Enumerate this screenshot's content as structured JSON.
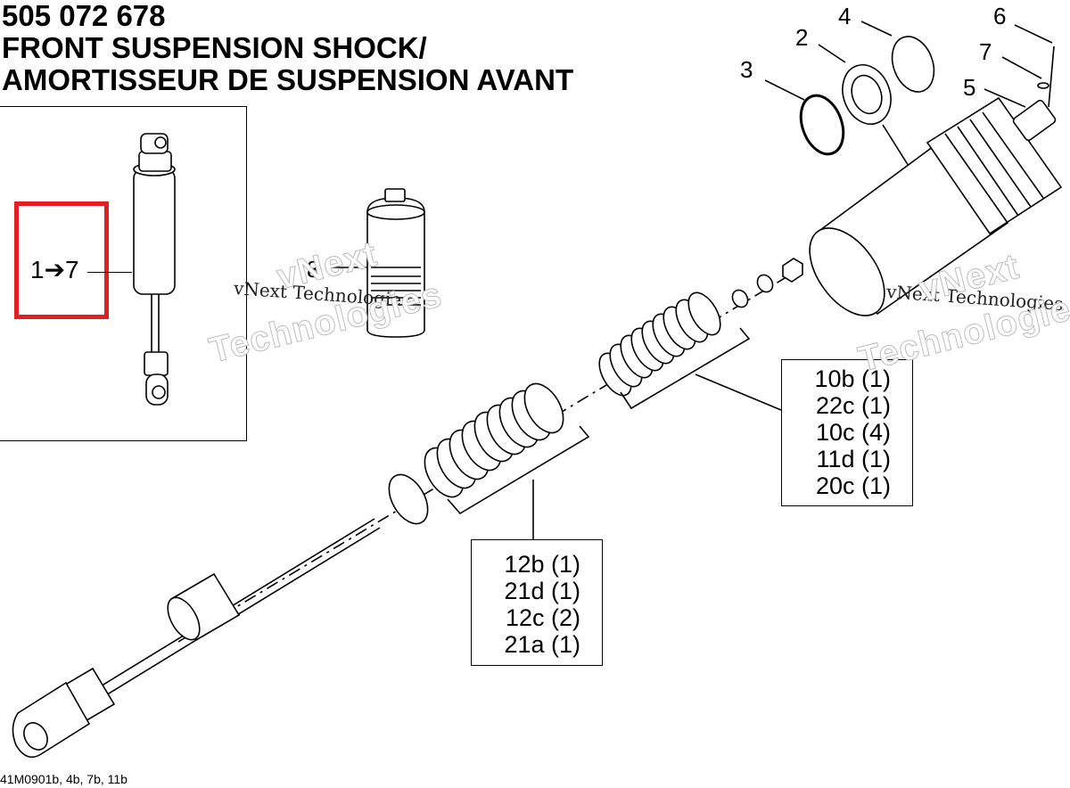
{
  "header": {
    "part_number": "505 072 678",
    "title_en": "FRONT SUSPENSION SHOCK/",
    "title_fr": "AMORTISSEUR DE SUSPENSION AVANT"
  },
  "inset": {
    "range_label": "1➔7",
    "highlight_color": "#e02020"
  },
  "callouts": {
    "c1": "2",
    "c2": "3",
    "c3": "4",
    "c4": "5",
    "c5": "6",
    "c6": "7",
    "c7": "8"
  },
  "parts_groups": {
    "upper": [
      "10b (1)",
      "22c (1)",
      "10c (4)",
      "11d (1)",
      "20c (1)"
    ],
    "lower": [
      "12b (1)",
      "21d (1)",
      "12c (2)",
      "21a (1)"
    ]
  },
  "footer": {
    "figure_code": "41M0901b, 4b, 7b, 11b"
  },
  "watermarks": {
    "serif_text": "vNext Technologies",
    "big_line1": "vNext",
    "big_line2": "Technologies"
  }
}
